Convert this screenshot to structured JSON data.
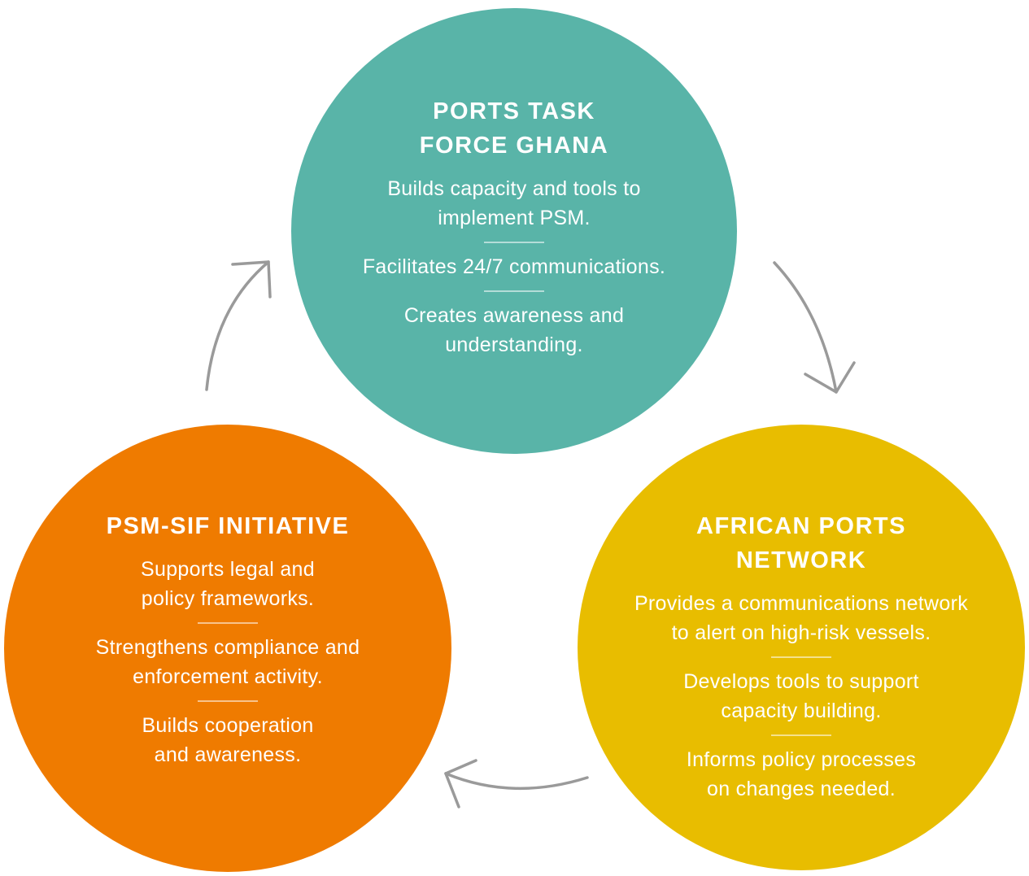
{
  "colors": {
    "ports_task_force": "#59b4a8",
    "african_ports_network": "#e8bd00",
    "psm_sif": "#ef7b00",
    "arrow": "#9a9a9a"
  },
  "nodes": {
    "ports_task_force": {
      "title": "PORTS TASK\nFORCE GHANA",
      "items": [
        "Builds capacity and tools to\nimplement PSM.",
        "Facilitates 24/7 communications.",
        "Creates awareness and\nunderstanding."
      ]
    },
    "african_ports_network": {
      "title": "AFRICAN PORTS\nNETWORK",
      "items": [
        "Provides a communications network\nto alert on high-risk vessels.",
        "Develops tools to support\ncapacity building.",
        "Informs policy processes\non changes needed."
      ]
    },
    "psm_sif": {
      "title": "PSM-SIF INITIATIVE",
      "items": [
        "Supports legal and\npolicy frameworks.",
        "Strengthens compliance and\nenforcement activity.",
        "Builds cooperation\nand awareness."
      ]
    }
  },
  "edges": [
    {
      "from": "ports_task_force",
      "to": "african_ports_network",
      "icon": "curved-arrow-icon"
    },
    {
      "from": "african_ports_network",
      "to": "psm_sif",
      "icon": "curved-arrow-icon"
    },
    {
      "from": "psm_sif",
      "to": "ports_task_force",
      "icon": "curved-arrow-icon"
    }
  ]
}
